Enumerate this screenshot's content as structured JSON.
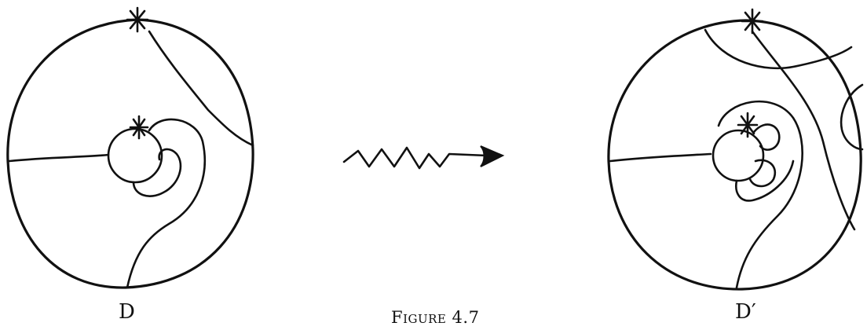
{
  "figure": {
    "left_label": "D",
    "right_label": "D′",
    "caption": "Figure 4.7"
  }
}
